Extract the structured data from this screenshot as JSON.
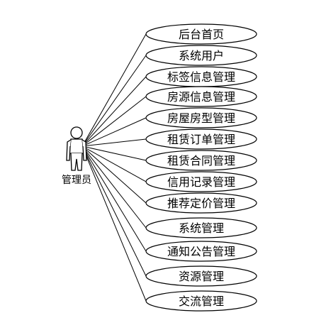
{
  "actor": {
    "name": "管理员",
    "icon": "person-icon"
  },
  "use_cases": [
    {
      "label": "后台首页"
    },
    {
      "label": "系统用户"
    },
    {
      "label": "标签信息管理"
    },
    {
      "label": "房源信息管理"
    },
    {
      "label": "房屋房型管理"
    },
    {
      "label": "租赁订单管理"
    },
    {
      "label": "租赁合同管理"
    },
    {
      "label": "信用记录管理"
    },
    {
      "label": "推荐定价管理"
    },
    {
      "label": "系统管理"
    },
    {
      "label": "通知公告管理"
    },
    {
      "label": "资源管理"
    },
    {
      "label": "交流管理"
    }
  ],
  "colors": {
    "stroke": "#000000",
    "fill": "#ffffff"
  }
}
